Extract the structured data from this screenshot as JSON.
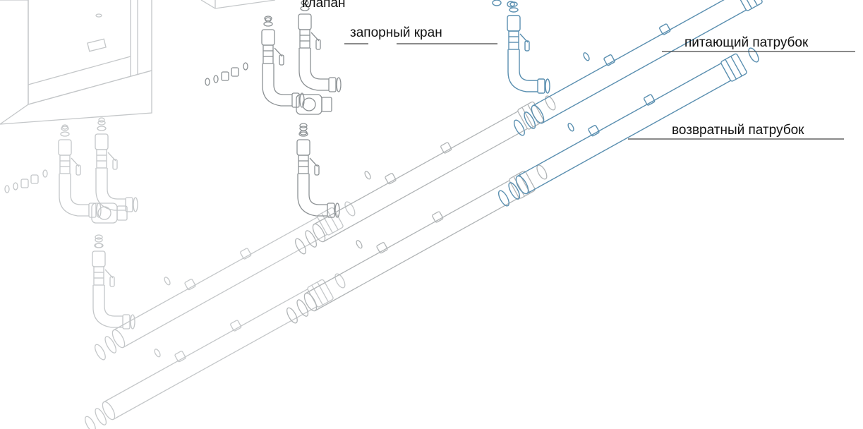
{
  "labels": {
    "valve": "клапан",
    "shutoff_valve": "запорный кран",
    "supply_pipe": "питающий патрубок",
    "return_pipe": "возвратный патрубок"
  },
  "colors": {
    "highlight": "#5a8fb0",
    "faded": "#c4c7c9",
    "mid": "#8c9194",
    "leader": "#444444"
  }
}
